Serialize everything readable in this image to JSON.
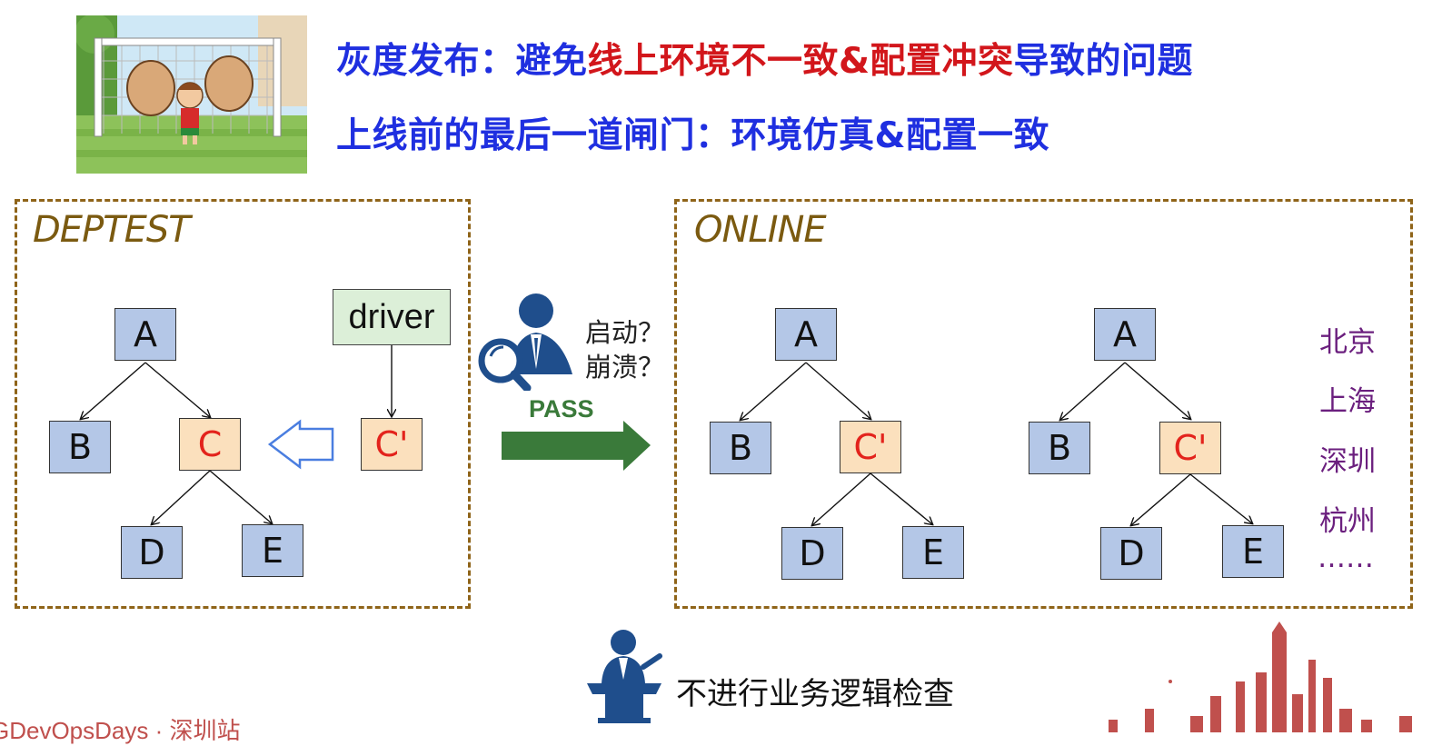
{
  "header": {
    "line1": [
      {
        "text": "灰度发布：避免",
        "color": "blue"
      },
      {
        "text": "线上环境不一致&配置冲突",
        "color": "red"
      },
      {
        "text": "导致的问题",
        "color": "blue"
      }
    ],
    "line2": "上线前的最后一道闸门：环境仿真&配置一致"
  },
  "deptest": {
    "title": "DEPTEST",
    "nodes": {
      "a": "A",
      "b": "B",
      "c": "C",
      "d": "D",
      "e": "E",
      "c_prime": "C'"
    },
    "driver": "driver"
  },
  "middle": {
    "question1": "启动？",
    "question2": "崩溃？",
    "pass": "PASS"
  },
  "online": {
    "title": "ONLINE",
    "tree1": {
      "a": "A",
      "b": "B",
      "c": "C'",
      "d": "D",
      "e": "E"
    },
    "tree2": {
      "a": "A",
      "b": "B",
      "c": "C'",
      "d": "D",
      "e": "E"
    },
    "cities": [
      "北京",
      "上海",
      "深圳",
      "杭州",
      "……"
    ]
  },
  "bottom": {
    "note": "不进行业务逻辑检查",
    "footer": "GDevOpsDays · 深圳站"
  },
  "colors": {
    "blue_text": "#1f2fe0",
    "red_text": "#d2161b",
    "node_blue": "#b4c7e7",
    "node_orange": "#fbe0bd",
    "panel_border": "#8f6419",
    "pass_green": "#3a7a3a",
    "city_purple": "#6b1f7e",
    "person_blue": "#1f4e8c"
  },
  "icons": [
    "goalkeeper-cartoon",
    "inspector-magnifier-icon",
    "speaker-podium-icon",
    "city-skyline"
  ]
}
